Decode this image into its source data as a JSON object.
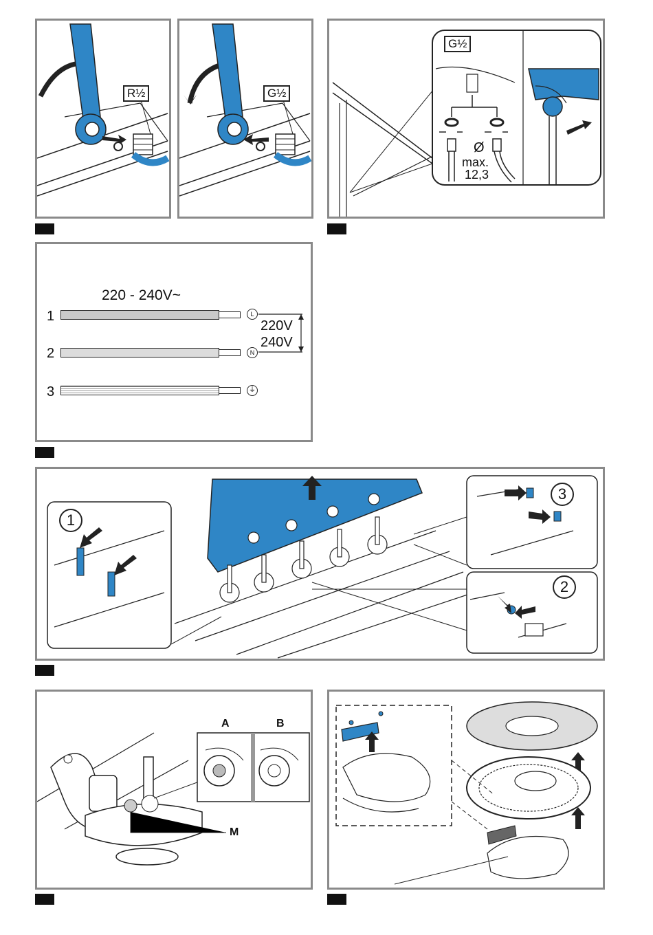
{
  "figures": {
    "fig1a": {
      "thread_label": "R½"
    },
    "fig1b": {
      "thread_label": "G½"
    },
    "fig2": {
      "thread_label": "G½",
      "diameter_symbol": "Ø",
      "max_label": "max.",
      "max_value": "12,3"
    },
    "fig3": {
      "voltage_title": "220 - 240V~",
      "wires": [
        {
          "number": "1",
          "terminal": "L"
        },
        {
          "number": "2",
          "terminal": "N"
        },
        {
          "number": "3",
          "terminal": "⏚"
        }
      ],
      "voltage_low": "220V",
      "voltage_high": "240V"
    },
    "fig4": {
      "callouts": [
        "1",
        "2",
        "3"
      ]
    },
    "fig5": {
      "label_a": "A",
      "label_b": "B",
      "label_m": "M"
    }
  },
  "colors": {
    "accent_blue": "#2f86c6",
    "panel_border": "#8a8a8a",
    "figure_tab": "#111111"
  }
}
